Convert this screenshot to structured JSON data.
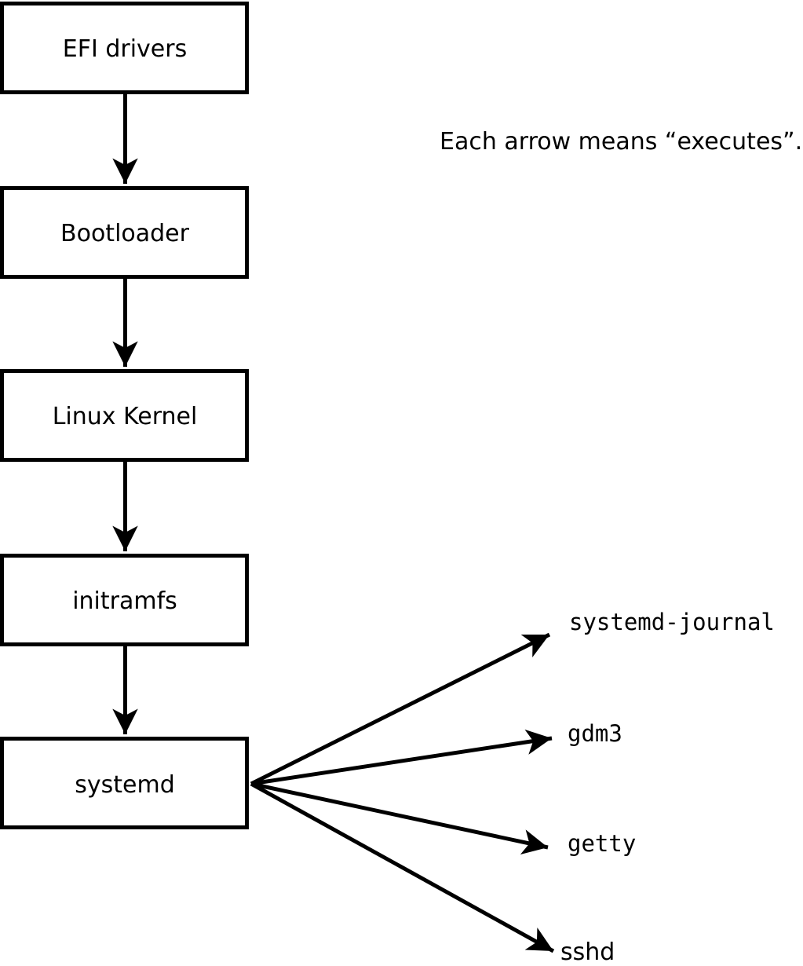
{
  "annotation": {
    "text": "Each arrow means “executes”."
  },
  "diagram": {
    "title_hint": "Linux boot sequence",
    "chain": [
      {
        "label": "EFI drivers"
      },
      {
        "label": "Bootloader"
      },
      {
        "label": "Linux Kernel"
      },
      {
        "label": "initramfs"
      },
      {
        "label": "systemd"
      }
    ],
    "processes": [
      {
        "label": "systemd-journal"
      },
      {
        "label": "gdm3"
      },
      {
        "label": "getty"
      },
      {
        "label": "sshd"
      }
    ],
    "colors": {
      "line": "#000000",
      "box_fill": "#ffffff",
      "background": "#ffffff"
    }
  }
}
